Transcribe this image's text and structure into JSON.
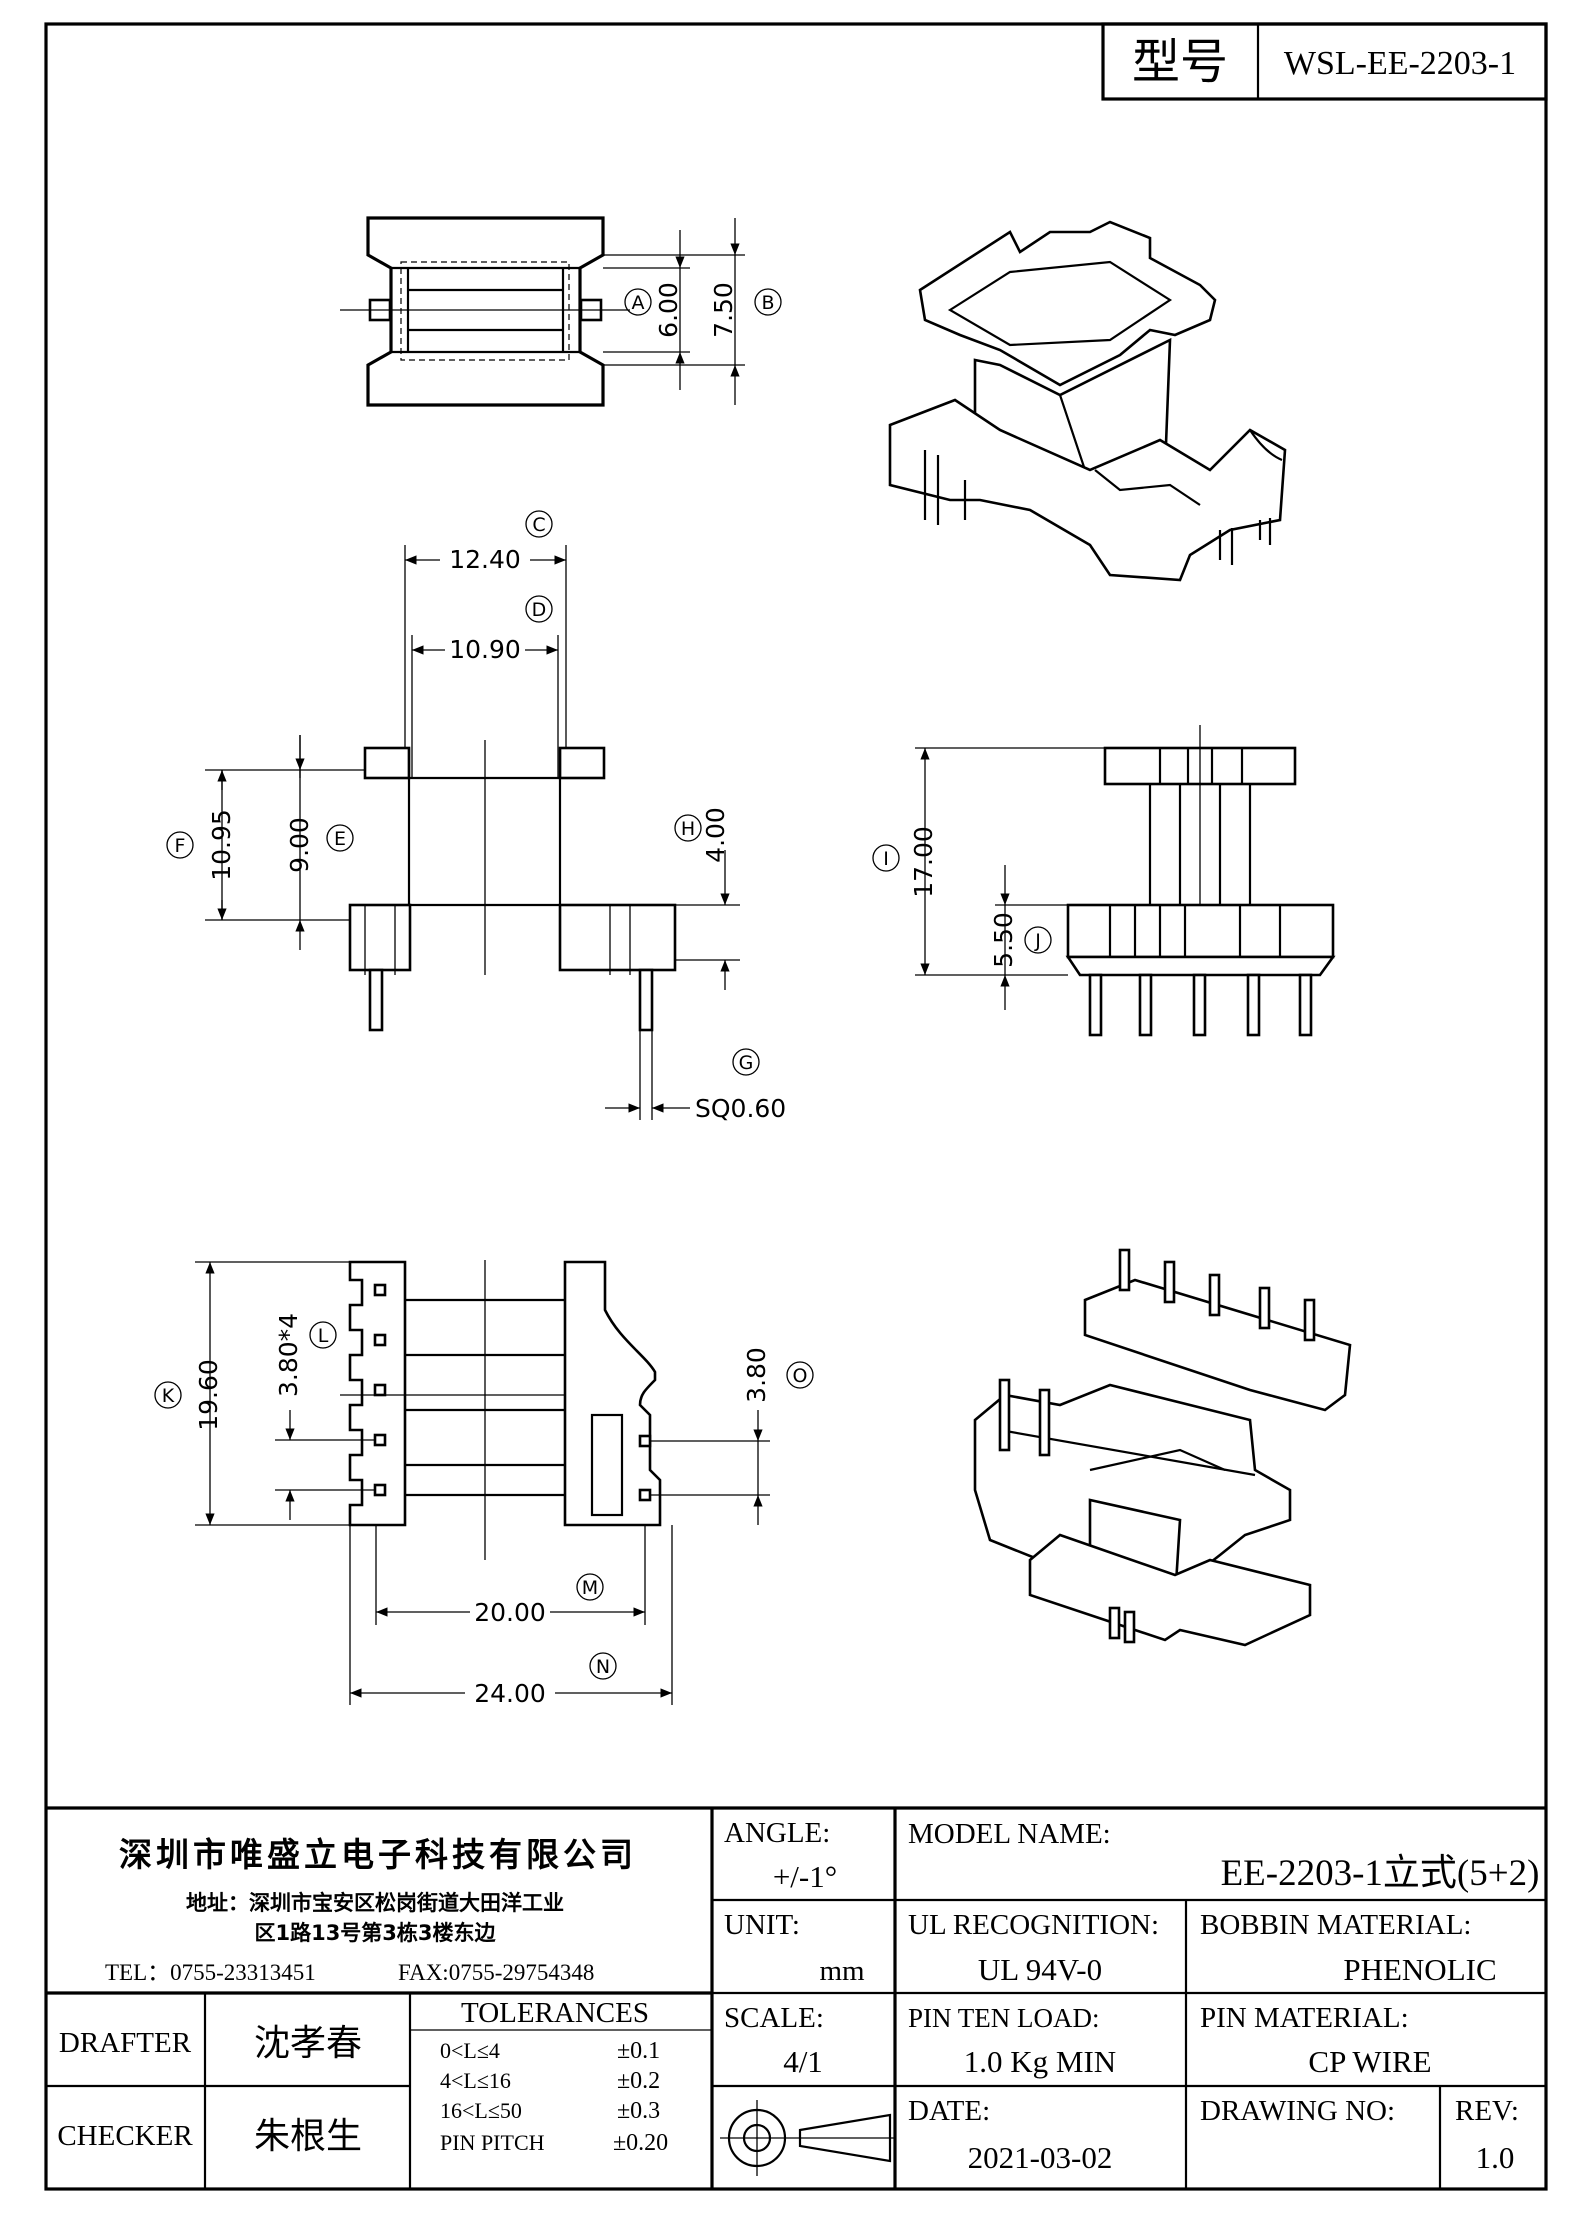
{
  "header": {
    "model_label": "型号",
    "model_value": "WSL-EE-2203-1"
  },
  "dimensions": {
    "A": "6.00",
    "B": "7.50",
    "C": "12.40",
    "D": "10.90",
    "E": "9.00",
    "F": "10.95",
    "H": "4.00",
    "G": "SQ0.60",
    "I": "17.00",
    "J": "5.50",
    "K": "19.60",
    "L": "3.80*4",
    "O": "3.80",
    "M": "20.00",
    "N": "24.00"
  },
  "letters": [
    "A",
    "B",
    "C",
    "D",
    "E",
    "F",
    "G",
    "H",
    "I",
    "J",
    "K",
    "L",
    "M",
    "N",
    "O"
  ],
  "title_block": {
    "company": "深圳市唯盛立电子科技有限公司",
    "address_1": "地址：深圳市宝安区松岗街道大田洋工业",
    "address_2": "区1路13号第3栋3楼东边",
    "tel": "TEL：0755-23313451",
    "fax": "FAX:0755-29754348",
    "angle_label": "ANGLE:",
    "angle_value": "+/-1°",
    "unit_label": "UNIT:",
    "unit_value": "mm",
    "scale_label": "SCALE:",
    "scale_value": "4/1",
    "model_name_label": "MODEL NAME:",
    "model_name_value": "EE-2203-1立式(5+2)",
    "ul_label": "UL RECOGNITION:",
    "ul_value": "UL 94V-0",
    "bobbin_label": "BOBBIN MATERIAL:",
    "bobbin_value": "PHENOLIC",
    "pin_load_label": "PIN TEN LOAD:",
    "pin_load_value": "1.0 Kg MIN",
    "pin_material_label": "PIN MATERIAL:",
    "pin_material_value": "CP WIRE",
    "date_label": "DATE:",
    "date_value": "2021-03-02",
    "drawing_no_label": "DRAWING NO:",
    "drawing_no_value": "",
    "rev_label": "REV:",
    "rev_value": "1.0",
    "drafter_label": "DRAFTER",
    "drafter_value": "沈孝春",
    "checker_label": "CHECKER",
    "checker_value": "朱根生",
    "tolerances_label": "TOLERANCES",
    "tolerances": [
      {
        "range": "0<L≤4",
        "value": "±0.1"
      },
      {
        "range": "4<L≤16",
        "value": "±0.2"
      },
      {
        "range": "16<L≤50",
        "value": "±0.3"
      },
      {
        "range": "PIN PITCH",
        "value": "±0.20"
      }
    ]
  }
}
